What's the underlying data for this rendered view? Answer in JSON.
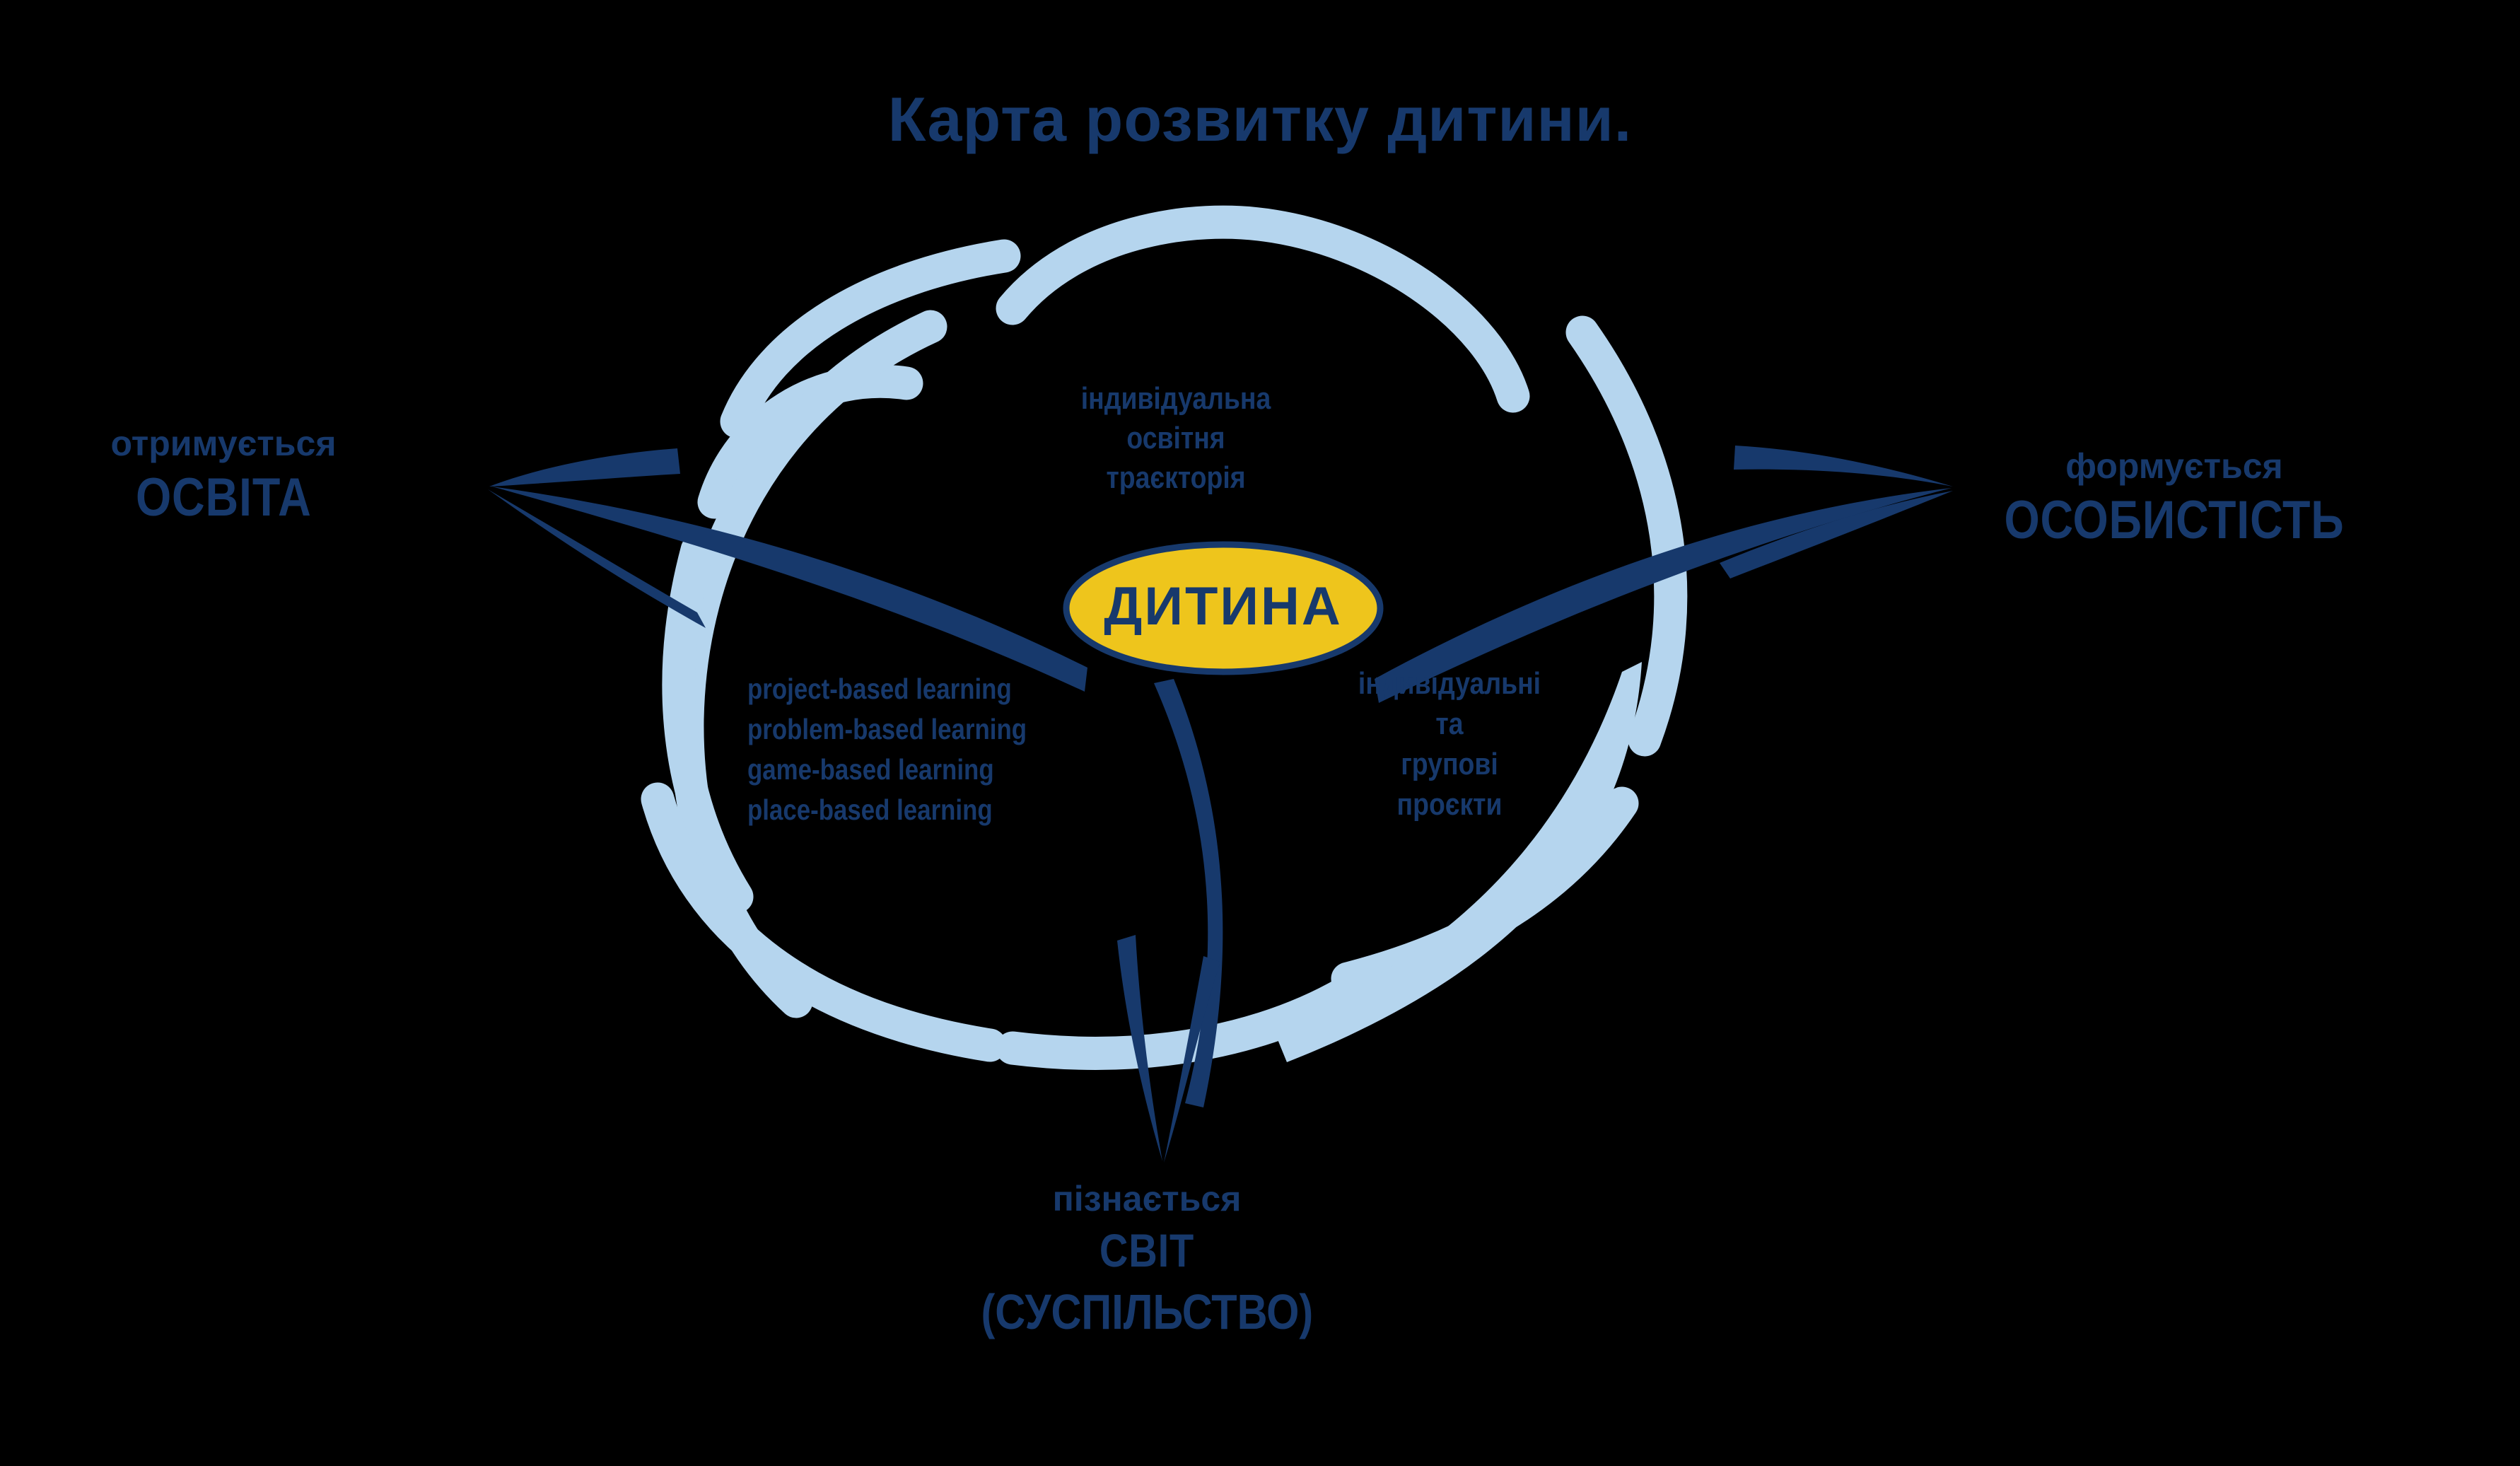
{
  "page": {
    "title": "Карта розвитку дитини."
  },
  "center_node": {
    "label": "ДИТИНА"
  },
  "cloud": {
    "notes": {
      "trajectory": [
        "індивідуальна",
        "освітня",
        "траєкторія"
      ],
      "methods": [
        "project-based learning",
        "problem-based learning",
        "game-based learning",
        "place-based learning"
      ],
      "projects": [
        "індивідуальні",
        "та",
        "групові",
        "проєкти"
      ]
    }
  },
  "outcomes": {
    "left": {
      "verb": "отримується",
      "noun": "ОСВІТА"
    },
    "right": {
      "verb": "формується",
      "noun": "ОСОБИСТІСТЬ"
    },
    "bottom": {
      "verb": "пізнається",
      "noun": "СВІТ",
      "noun_detail": "(СУСПІЛЬСТВО)"
    }
  },
  "colors": {
    "navy": "#17396C",
    "light_blue": "#B5D5EE",
    "yellow": "#EEC51C",
    "background": "#000000"
  }
}
